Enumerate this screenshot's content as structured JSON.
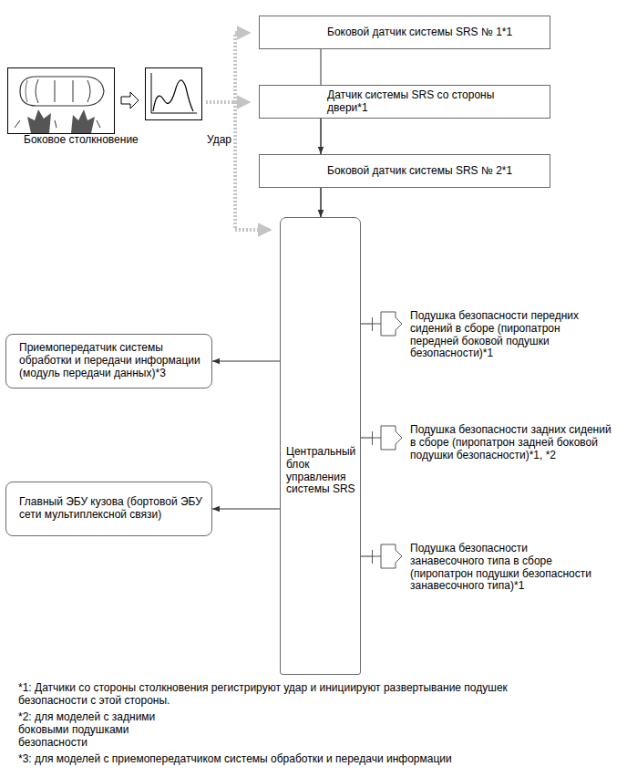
{
  "diagram": {
    "nodes": [
      {
        "text": [
          "Боковой датчик системы SRS № 1*1"
        ]
      },
      {
        "text": [
          "Датчик системы SRS со стороны двери*1"
        ]
      },
      {
        "text": [
          "Боковой датчик системы SRS № 2*1"
        ]
      },
      {
        "text": [
          "Центральный блок управления системы SRS"
        ]
      },
      {
        "text": [
          "Подушка безопасности передних сидений в сборе (пиропатрон передней боковой подушки безопасности)*1"
        ]
      },
      {
        "text": [
          "Приемопередатчик системы обработки и передачи информации (модуль передачи данных)*3"
        ]
      },
      {
        "text": [
          "Подушка безопасности задних сидений в сборе (пиропатрон задней боковой подушки безопасности)*1, *2"
        ]
      },
      {
        "text": [
          "Главный ЭБУ кузова (бортовой ЭБУ сети мультиплексной связи)"
        ]
      },
      {
        "text": [
          "Подушка безопасности занавесочного типа в сборе (пиропатрон подушки безопасности занавесочного типа)*1"
        ]
      }
    ],
    "edges": [
      {
        "from": 1,
        "to": 2,
        "arrow": "to"
      },
      {
        "from": 2,
        "to": 3,
        "arrow": "to"
      },
      {
        "from": 0,
        "to": 3,
        "arrow": "to"
      },
      {
        "from": 3,
        "to": 5,
        "arrow": "to"
      },
      {
        "from": 3,
        "to": 4,
        "arrow": "none"
      },
      {
        "from": 3,
        "to": 7,
        "arrow": "to"
      },
      {
        "from": 3,
        "to": 6,
        "arrow": "none"
      },
      {
        "from": 3,
        "to": 8,
        "arrow": "none"
      }
    ],
    "labels": [
      "Боковое столкновение",
      "Удар",
      "*1: Датчики со стороны столкновения регистрируют удар и инициируют развертывание подушек безопасности с этой стороны.",
      "*2: для моделей с задними боковыми подушками безопасности",
      "*3: для моделей с приемопередатчиком системы обработки и передачи информации"
    ]
  }
}
